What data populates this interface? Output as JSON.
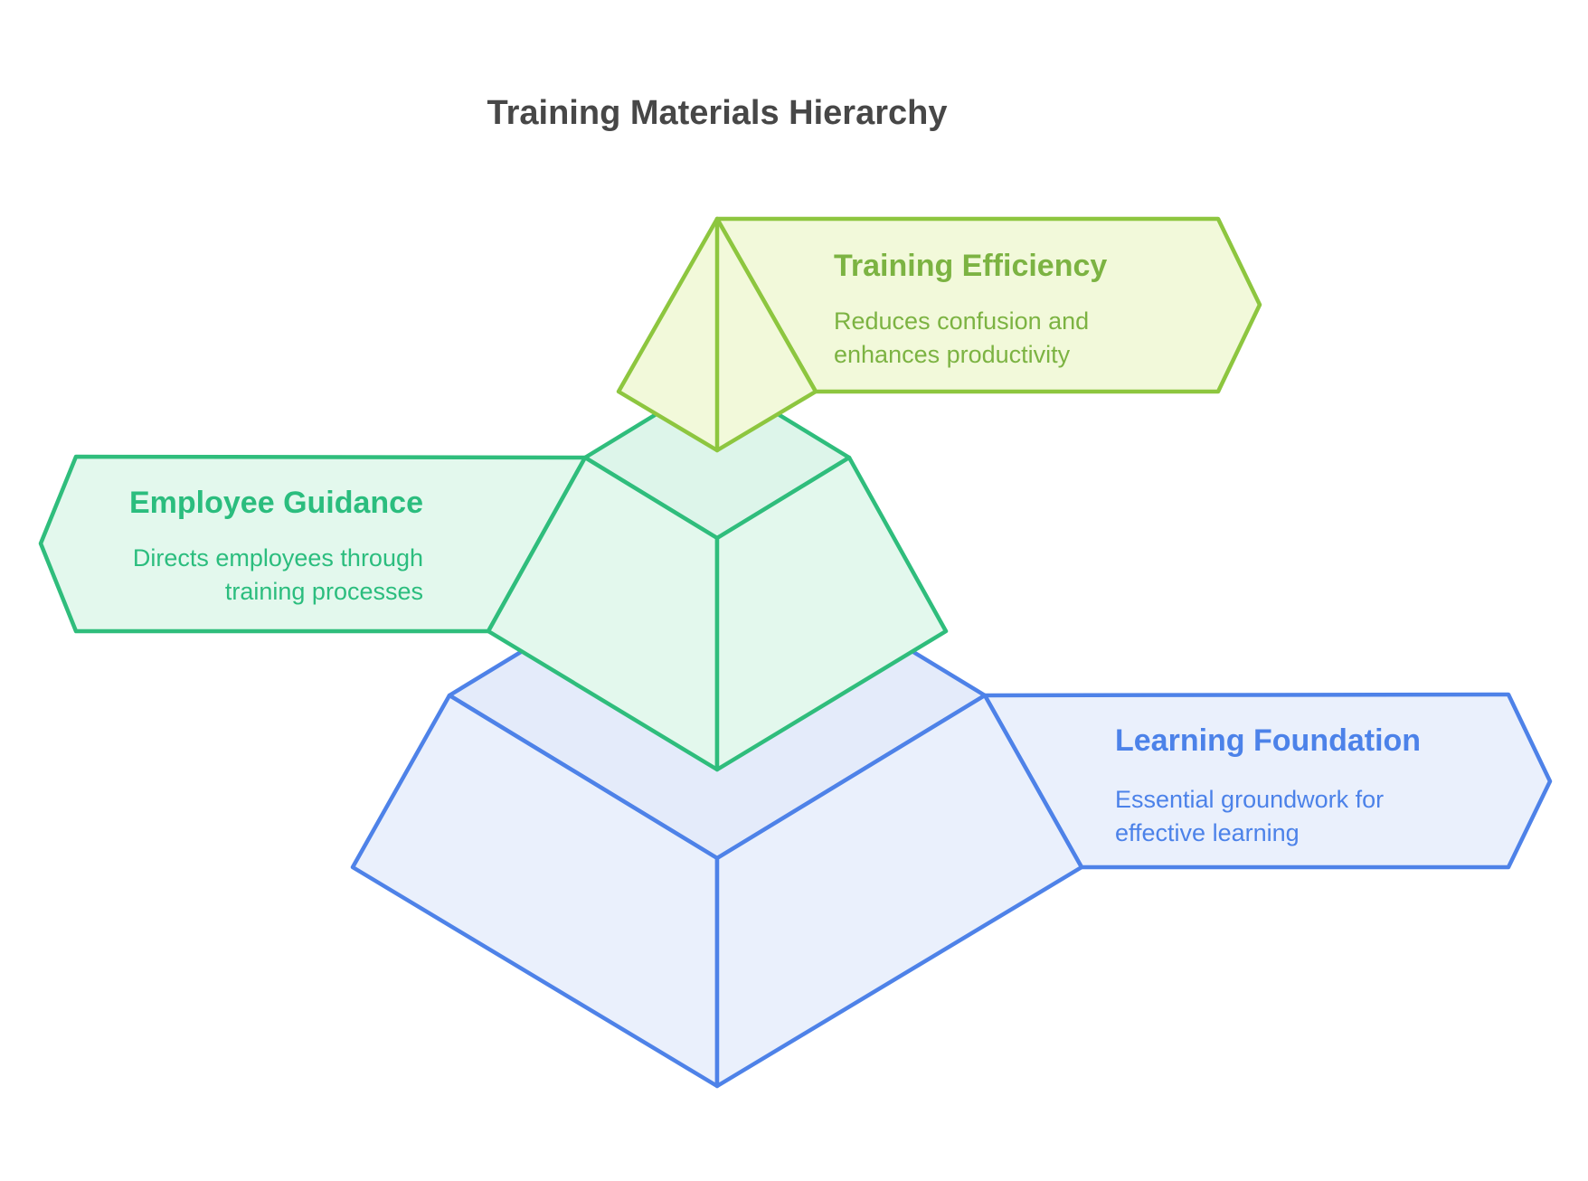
{
  "title": "Training Materials Hierarchy",
  "diagram_type": "3-level pyramid hierarchy",
  "levels": [
    {
      "position": "top",
      "heading": "Training Efficiency",
      "description": "Reduces confusion and enhances productivity",
      "description_lines": [
        "Reduces confusion and",
        "enhances productivity"
      ],
      "label_side": "right",
      "border_color": "#8DC63F",
      "fill_color": "#F2F9DA",
      "text_color": "#7CB342"
    },
    {
      "position": "middle",
      "heading": "Employee Guidance",
      "description": "Directs employees through training processes",
      "description_lines": [
        "Directs employees through",
        "training processes"
      ],
      "label_side": "left",
      "border_color": "#2FBD7C",
      "fill_color": "#E3F8ED",
      "text_color": "#2BBD7E"
    },
    {
      "position": "bottom",
      "heading": "Learning Foundation",
      "description": "Essential groundwork for effective learning",
      "description_lines": [
        "Essential groundwork for",
        "effective learning"
      ],
      "label_side": "right",
      "border_color": "#4E82E8",
      "fill_color": "#EAF0FC",
      "text_color": "#4C82E9"
    }
  ]
}
